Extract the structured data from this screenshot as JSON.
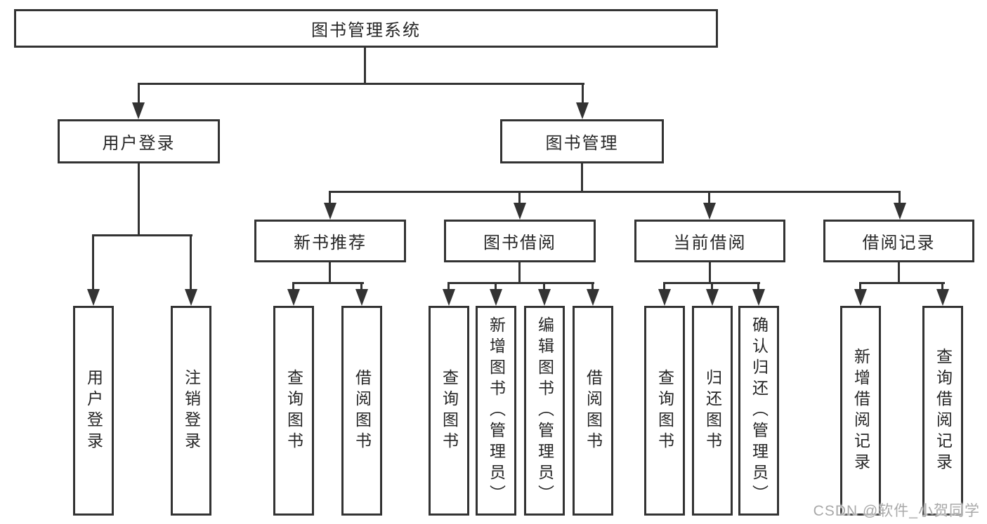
{
  "diagram": {
    "root": "图书管理系统",
    "level2": [
      "用户登录",
      "图书管理"
    ],
    "level3": [
      "新书推荐",
      "图书借阅",
      "当前借阅",
      "借阅记录"
    ],
    "leaves": {
      "user": [
        "用户登录",
        "注销登录"
      ],
      "newbook": [
        "查询图书",
        "借阅图书"
      ],
      "borrow": [
        "查询图书",
        "新增图书（管理员）",
        "编辑图书（管理员）",
        "借阅图书"
      ],
      "current": [
        "查询图书",
        "归还图书",
        "确认归还（管理员）"
      ],
      "records": [
        "新增借阅记录",
        "查询借阅记录"
      ]
    }
  },
  "watermark": "CSDN @软件_小贺同学",
  "colors": {
    "line": "#333333",
    "text": "#262626",
    "background": "#ffffff",
    "watermark": "#a9a9a9"
  }
}
